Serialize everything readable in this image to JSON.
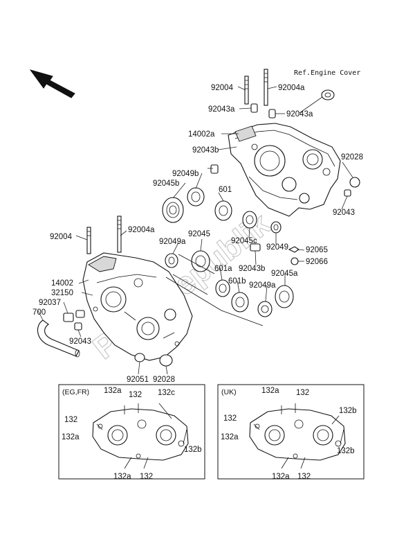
{
  "reference_note": "Ref.Engine Cover",
  "watermark": "PartsRepublik",
  "callouts": {
    "p92004_top": "92004",
    "p92004a_top": "92004a",
    "p92043a_l": "92043a",
    "p92043a_r": "92043a",
    "p14002a": "14002a",
    "p92043b_top": "92043b",
    "p92049b": "92049b",
    "p92045b": "92045b",
    "p601": "601",
    "p92028_top": "92028",
    "p92043_r": "92043",
    "p92004_left": "92004",
    "p92004a_left": "92004a",
    "p92045": "92045",
    "p92049a_l": "92049a",
    "p92045c": "92045c",
    "p92049": "92049",
    "p92065": "92065",
    "p92066": "92066",
    "p92043b_mid": "92043b",
    "p601a": "601a",
    "p601b": "601b",
    "p92049a_r": "92049a",
    "p92045a": "92045a",
    "p14002": "14002",
    "p32150": "32150",
    "p92037": "92037",
    "p700": "700",
    "p92043_bl": "92043",
    "p92051": "92051",
    "p92028_bottom": "92028"
  },
  "insets": [
    {
      "title": "(EG,FR)",
      "labels": {
        "a": "132a",
        "b": "132",
        "c": "132c",
        "d": "132",
        "e": "132a",
        "f": "132b",
        "g": "132a",
        "h": "132"
      }
    },
    {
      "title": "(UK)",
      "labels": {
        "a": "132a",
        "b": "132",
        "c": "132b",
        "d": "132",
        "e": "132a",
        "f": "132b",
        "g": "132a",
        "h": "132"
      }
    }
  ]
}
